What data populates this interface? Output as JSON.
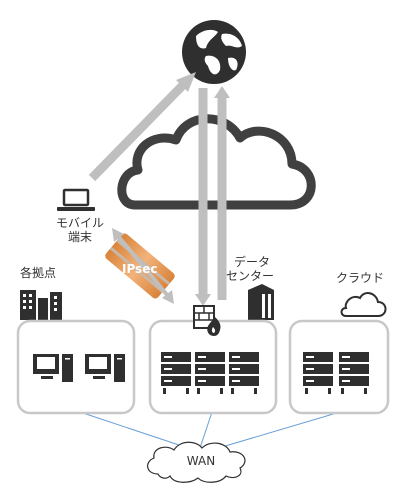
{
  "labels": {
    "mobile_line1": "モバイル",
    "mobile_line2": "端末",
    "branch": "各拠点",
    "dc_line1": "データ",
    "dc_line2": "センター",
    "cloud": "クラウド",
    "ipsec": "IPsec",
    "wan": "WAN"
  },
  "colors": {
    "arrow": "#bfbfbf",
    "cloud_outline": "#404040",
    "box_border": "#c8c8c8",
    "icon_dark": "#2f2f2f",
    "tunnel": "#e8a15c",
    "wan_line": "#6a9fd4"
  },
  "icons": [
    "globe-icon",
    "laptop-icon",
    "building-icon",
    "office-building-icon",
    "cloud-icon",
    "firewall-icon",
    "desktop-pc-icon",
    "server-rack-icon"
  ]
}
